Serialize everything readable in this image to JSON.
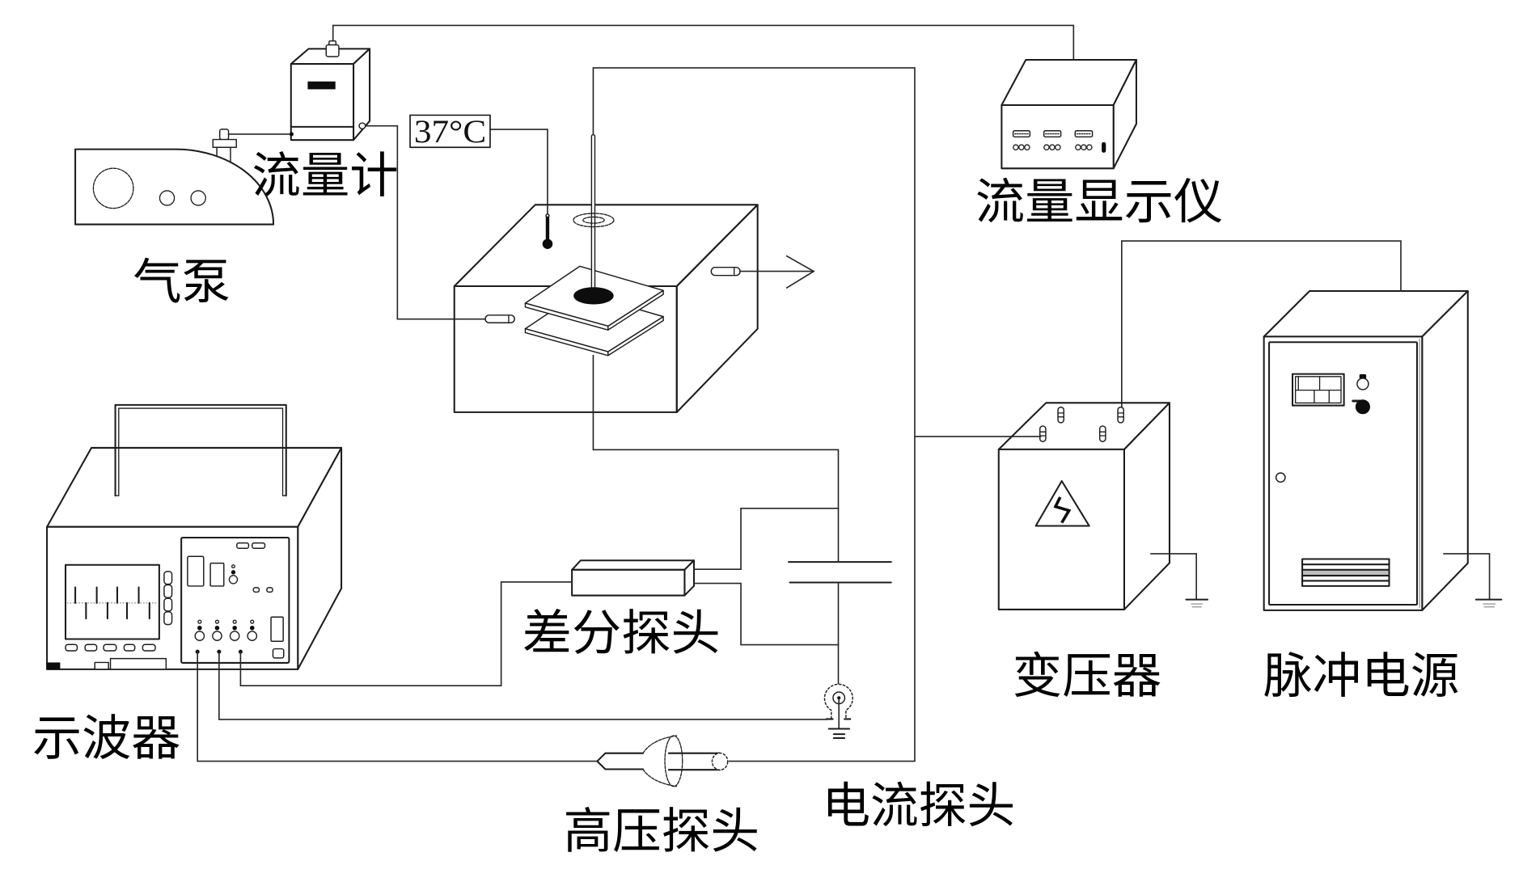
{
  "labels": {
    "air_pump": "气泵",
    "flow_meter": "流量计",
    "temperature_display": "37°C",
    "flow_display_instrument": "流量显示仪",
    "oscilloscope": "示波器",
    "differential_probe": "差分探头",
    "high_voltage_probe": "高压探头",
    "current_probe": "电流探头",
    "transformer": "变压器",
    "pulse_power_supply": "脉冲电源"
  },
  "icons": {
    "transformer_warning": "high-voltage-warning-icon",
    "ground": "ground-icon",
    "gas_outlet": "arrow-right-icon"
  },
  "colors": {
    "line": "#1c1c1c",
    "background": "#ffffff",
    "dark_fill": "#0d0d0d"
  }
}
